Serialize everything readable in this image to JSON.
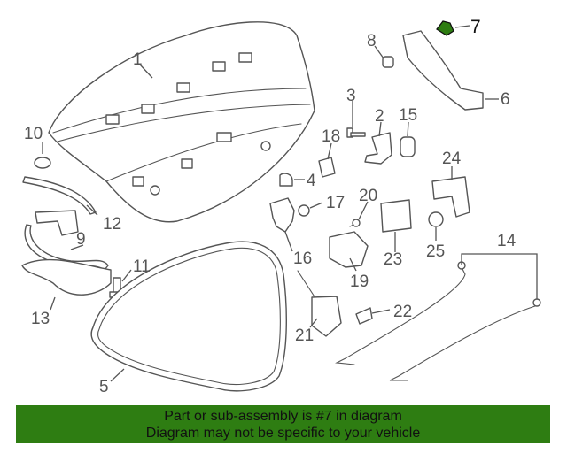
{
  "callouts": {
    "c1": "1",
    "c2": "2",
    "c3": "3",
    "c4": "4",
    "c5": "5",
    "c6": "6",
    "c7": "7",
    "c8": "8",
    "c9": "9",
    "c10": "10",
    "c11": "11",
    "c12": "12",
    "c13": "13",
    "c14": "14",
    "c15": "15",
    "c16": "16",
    "c17": "17",
    "c18": "18",
    "c19": "19",
    "c20": "20",
    "c21": "21",
    "c22": "22",
    "c23": "23",
    "c24": "24",
    "c25": "25"
  },
  "highlight": {
    "part_number": "7",
    "color": "#2e7d12"
  },
  "banner": {
    "line1": "Part or sub-assembly is #7 in diagram",
    "line2": "Diagram may not be specific to your vehicle",
    "background": "#2e7d12"
  }
}
